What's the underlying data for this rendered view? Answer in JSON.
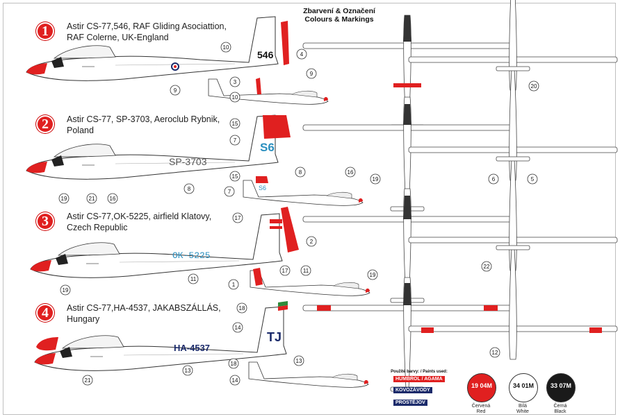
{
  "title": {
    "line1": "Zbarvení & Označení",
    "line2": "Colours & Markings"
  },
  "variants": [
    {
      "num": "1",
      "line1": "Astir CS-77,546, RAF Gliding Asociattion,",
      "line2": "RAF Colerne, UK-England",
      "reg": "546"
    },
    {
      "num": "2",
      "line1": "Astir CS-77, SP-3703, Aeroclub Rybnik,",
      "line2": "Poland",
      "reg": "SP-3703",
      "code": "S6"
    },
    {
      "num": "3",
      "line1": "Astir CS-77,OK-5225, airfield Klatovy,",
      "line2": "Czech Republic",
      "reg": "OK-5225"
    },
    {
      "num": "4",
      "line1": "Astir CS-77,HA-4537, JAKABSZÁLLÁS,",
      "line2": "Hungary",
      "reg": "HA-4537",
      "code": "TJ"
    }
  ],
  "callouts": [
    "10",
    "4",
    "9",
    "3",
    "10",
    "9",
    "20",
    "15",
    "7",
    "19",
    "21",
    "16",
    "8",
    "15",
    "7",
    "8",
    "16",
    "19",
    "6",
    "5",
    "17",
    "2",
    "19",
    "11",
    "1",
    "17",
    "11",
    "19",
    "22",
    "18",
    "14",
    "21",
    "13",
    "18",
    "14",
    "13",
    "12"
  ],
  "paints": {
    "header": "Použité barvy: / Paints used:",
    "brand1": "HUMBROL / AGAMA",
    "brand2": "KOVOZÁVODY",
    "brand3": "PROSTĚJOV",
    "swatches": [
      {
        "a": "19",
        "b": "04M",
        "cz": "Červená",
        "en": "Red",
        "color": "#e02020"
      },
      {
        "a": "34",
        "b": "01M",
        "cz": "Bílá",
        "en": "White",
        "color": "#ffffff"
      },
      {
        "a": "33",
        "b": "07M",
        "cz": "Černá",
        "en": "Black",
        "color": "#1a1a1a"
      }
    ]
  }
}
